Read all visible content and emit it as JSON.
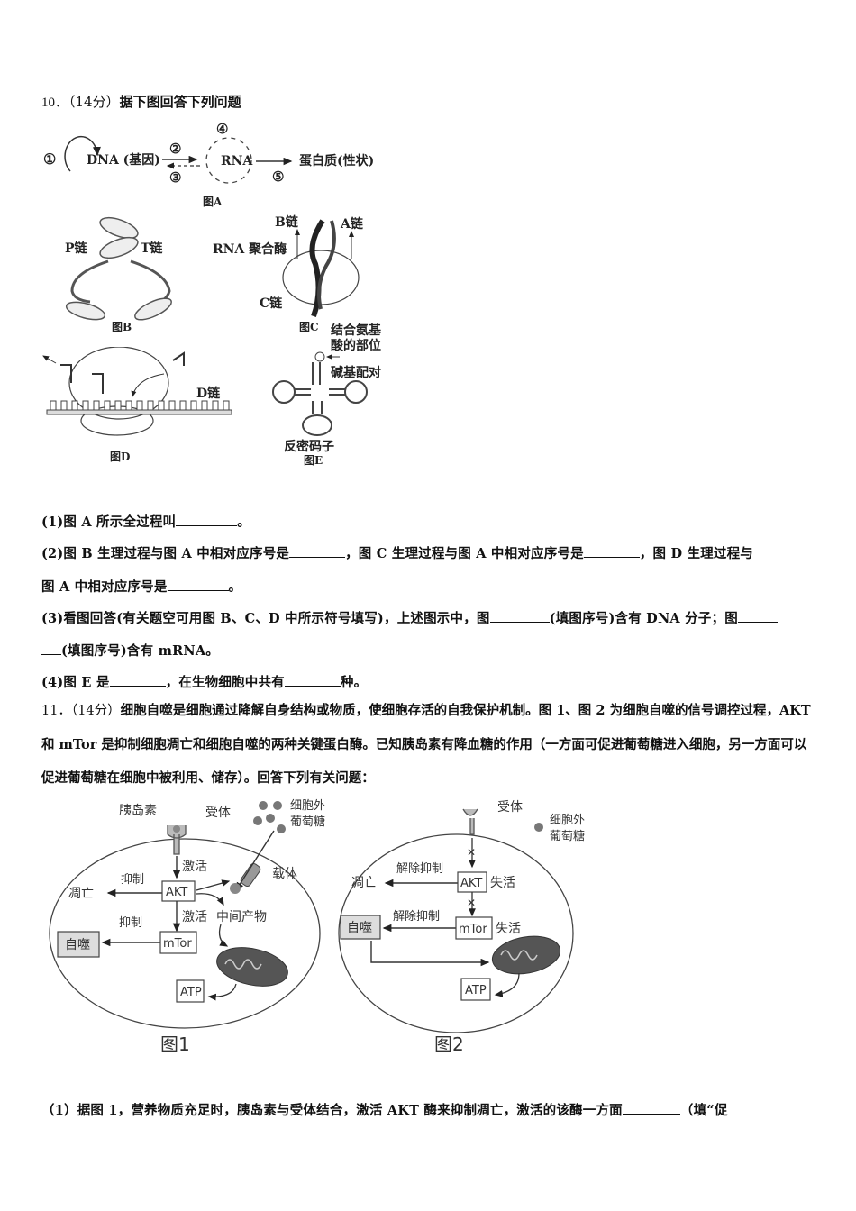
{
  "q10": {
    "number": "10．",
    "score": "（14分）",
    "prompt": "据下图回答下列问题",
    "figA": {
      "labels": {
        "c1": "①",
        "c2": "②",
        "c3": "③",
        "c4": "④",
        "c5": "⑤",
        "dna": "DNA (基因)",
        "rna": "RNA",
        "protein": "蛋白质(性状)",
        "caption": "图A"
      }
    },
    "figB": {
      "p_chain": "P链",
      "t_chain": "T链",
      "caption": "图B"
    },
    "figC": {
      "b_chain": "B链",
      "a_chain": "A链",
      "rna_pol": "RNA 聚合酶",
      "c_chain": "C链",
      "caption": "图C"
    },
    "figD": {
      "d_chain": "D链",
      "caption": "图D"
    },
    "figE": {
      "aa_site_1": "结合氨基",
      "aa_site_2": "酸的部位",
      "base_pair": "碱基配对",
      "anticodon": "反密码子",
      "caption": "图E"
    },
    "sub1": {
      "a": "(1)图 A 所示全过程叫",
      "b": "。"
    },
    "sub2": {
      "a": "(2)图 B 生理过程与图 A 中相对应序号是",
      "b": "，图 C 生理过程与图 A 中相对应序号是",
      "c": "，图 D 生理过程与",
      "d": "图 A 中相对应序号是",
      "e": "。"
    },
    "sub3": {
      "a": "(3)看图回答(有关题空可用图 B、C、D 中所示符号填写)，上述图示中，图",
      "b": "(填图序号)含有 DNA 分子；图",
      "c": "(填图序号)含有 mRNA。"
    },
    "sub4": {
      "a": "(4)图 E 是",
      "b": "，在生物细胞中共有",
      "c": "种。"
    }
  },
  "q11": {
    "number": "11．",
    "score": "（14分）",
    "intro": "细胞自噬是细胞通过降解自身结构或物质，使细胞存活的自我保护机制。图 1、图 2 为细胞自噬的信号调控过程，AKT 和 mTor 是抑制细胞凋亡和细胞自噬的两种关键蛋白酶。已知胰岛素有降血糖的作用（一方面可促进葡萄糖进入细胞，另一方面可以促进葡萄糖在细胞中被利用、储存）。回答下列有关问题：",
    "fig1": {
      "insulin": "胰岛素",
      "receptor": "受体",
      "glucose_1": "细胞外",
      "glucose_2": "葡萄糖",
      "activate1": "激活",
      "carrier": "载体",
      "inhibit1": "抑制",
      "apoptosis": "凋亡",
      "akt": "AKT",
      "activate2": "激活",
      "intermediate": "中间产物",
      "inhibit2": "抑制",
      "autophagy": "自噬",
      "mtor": "mTor",
      "atp": "ATP",
      "caption": "图1"
    },
    "fig2": {
      "receptor": "受体",
      "glucose_1": "细胞外",
      "glucose_2": "葡萄糖",
      "release1": "解除抑制",
      "apoptosis": "凋亡",
      "akt": "AKT",
      "inactive1": "失活",
      "release2": "解除抑制",
      "autophagy": "自噬",
      "mtor": "mTor",
      "inactive2": "失活",
      "atp": "ATP",
      "caption": "图2"
    },
    "sub1": {
      "a": "（1）据图 1，营养物质充足时，胰岛素与受体结合，激活 AKT 酶来抑制凋亡，激活的该酶一方面",
      "b": "（填“促"
    }
  }
}
